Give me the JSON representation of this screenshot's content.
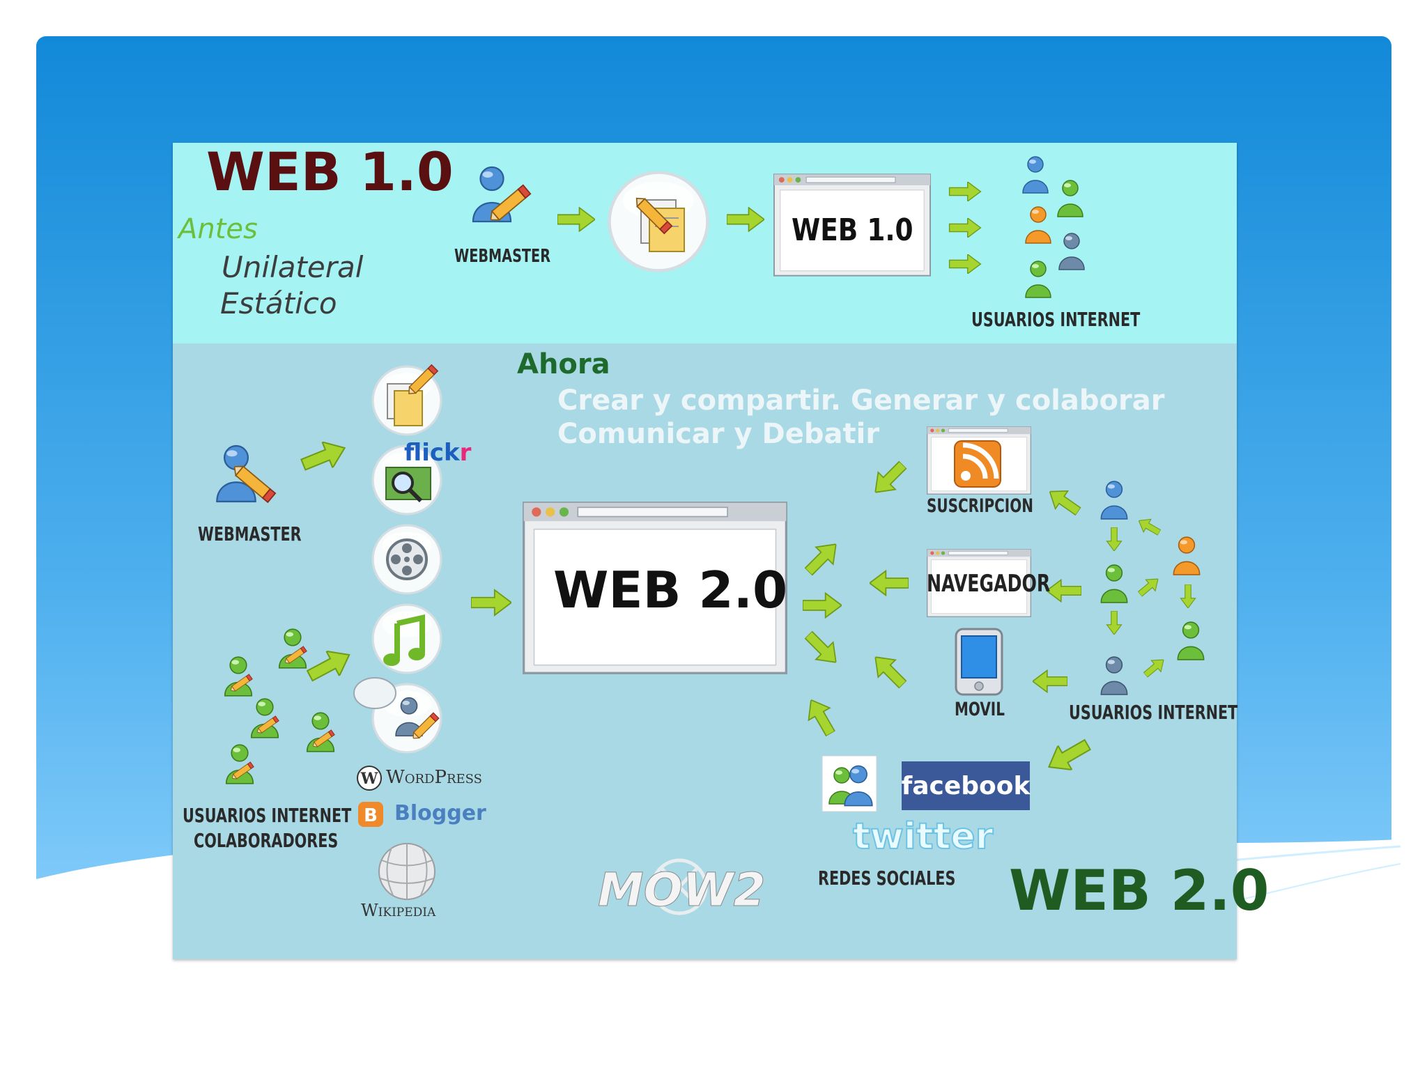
{
  "top": {
    "title": "WEB 1.0",
    "antes": "Antes",
    "unilateral": "Unilateral",
    "estatico": "Estático",
    "webmaster": "WEBMASTER",
    "window_label": "WEB 1.0",
    "users_label": "USUARIOS INTERNET"
  },
  "bottom": {
    "ahora": "Ahora",
    "slogan_line1": "Crear y compartir. Generar y colaborar",
    "slogan_line2": "Comunicar y Debatir",
    "webmaster": "WEBMASTER",
    "flickr_a": "flick",
    "flickr_b": "r",
    "wordpress": "WordPress",
    "blogger": "Blogger",
    "wikipedia": "Wikipedia",
    "collab_line1": "USUARIOS INTERNET",
    "collab_line2": "COLABORADORES",
    "window_label": "WEB 2.0",
    "suscripcion": "SUSCRIPCION",
    "navegador": "NAVEGADOR",
    "movil": "MOVIL",
    "users_label": "USUARIOS INTERNET",
    "facebook": "facebook",
    "twitter": "twitter",
    "redes": "REDES SOCIALES",
    "logo_text": "MOW2",
    "big_title": "WEB 2.0"
  },
  "colors": {
    "slide_blue_top": "#1289d8",
    "slide_blue_bottom": "#8fd3ff",
    "web1_panel": "#a6f3f4",
    "web2_panel": "#aad9e6",
    "arrow_green": "#9ccc2c",
    "title_dark": "#5a1010",
    "title_green": "#1f5c22",
    "facebook_blue": "#3b5998"
  },
  "icons": [
    "webmaster-pencil-icon",
    "edit-document-icon",
    "user-icon",
    "flickr-photo-icon",
    "film-reel-icon",
    "music-note-icon",
    "chat-user-icon",
    "wordpress-icon",
    "blogger-icon",
    "wikipedia-globe-icon",
    "rss-feed-icon",
    "mobile-phone-icon",
    "social-users-icon",
    "browser-window-icon"
  ]
}
